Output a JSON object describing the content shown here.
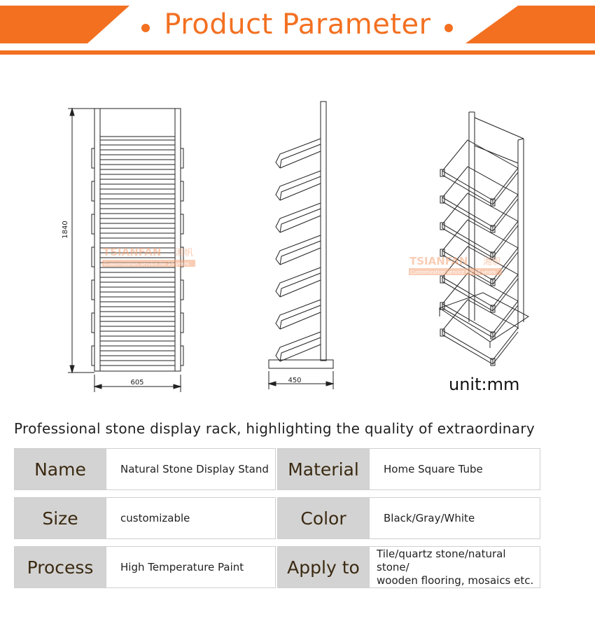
{
  "header": {
    "title": "Product Parameter",
    "accent": "#f37021"
  },
  "drawings": {
    "front": {
      "height_dim": "1840",
      "width_dim": "605"
    },
    "side": {
      "depth_dim": "450"
    },
    "watermark": {
      "brand": "TSIANFAN",
      "brand_cn": "湘帆",
      "slogan": "Customization service for 15 years"
    },
    "unit": "unit:mm"
  },
  "tagline": "Professional stone display rack, highlighting the quality of extraordinary",
  "specs": [
    {
      "k1": "Name",
      "v1": "Natural Stone Display Stand",
      "k2": "Material",
      "v2": "Home Square Tube"
    },
    {
      "k1": "Size",
      "v1": "customizable",
      "k2": "Color",
      "v2": "Black/Gray/White"
    },
    {
      "k1": "Process",
      "v1": "High Temperature Paint",
      "k2": "Apply to",
      "v2": "Tile/quartz stone/natural stone/\nwooden flooring, mosaics  etc."
    }
  ]
}
